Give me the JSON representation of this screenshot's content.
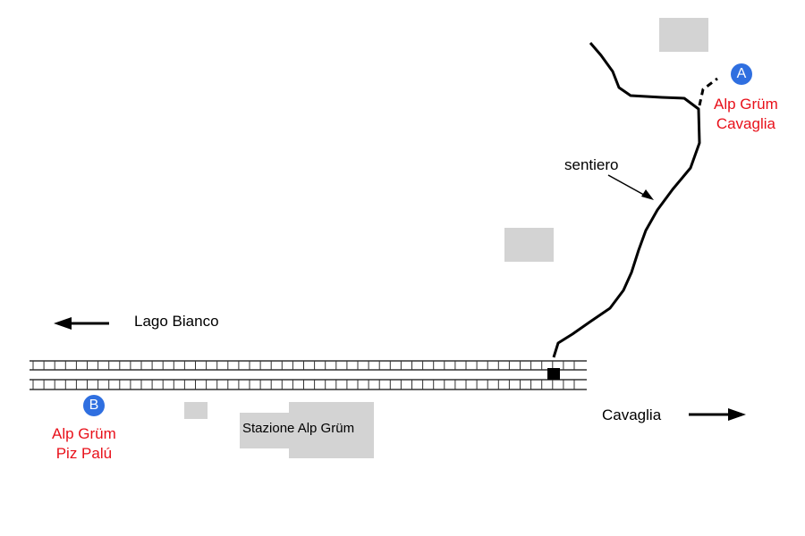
{
  "markers": [
    {
      "letter": "A",
      "line1": "Alp Grüm",
      "line2": "Cavaglia"
    },
    {
      "letter": "B",
      "line1": "Alp Grüm",
      "line2": "Piz Palú"
    }
  ],
  "labels": {
    "path": "sentiero",
    "west": "Lago Bianco",
    "east": "Cavaglia",
    "station": "Stazione Alp Grüm"
  },
  "colors": {
    "marker": "#2f6fe0",
    "marker_text": "#e8101a",
    "building": "#d3d3d3"
  }
}
